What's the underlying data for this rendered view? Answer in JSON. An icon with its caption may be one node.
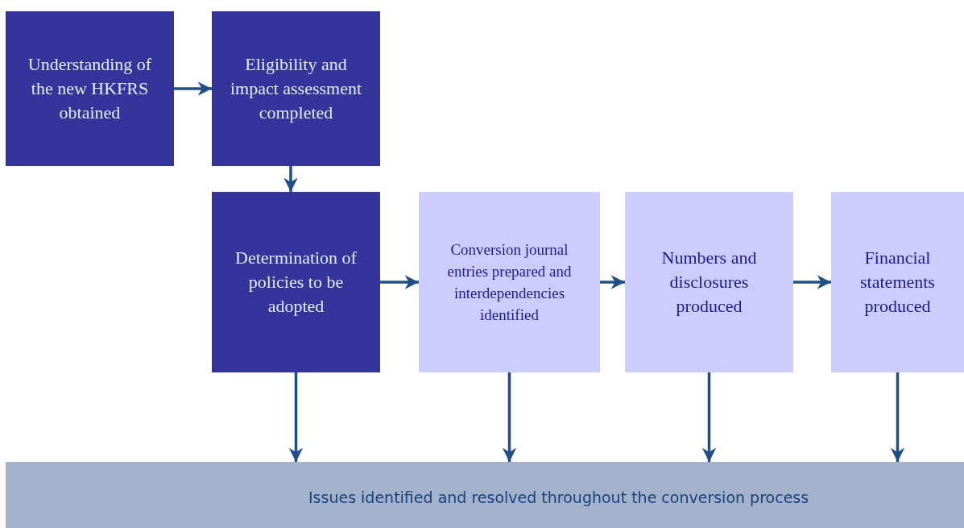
{
  "diagram": {
    "nodes": [
      {
        "text": [
          "Understanding of the new HKFRS obtained"
        ]
      },
      {
        "text": [
          "Eligibility and impact assessment completed"
        ]
      },
      {
        "text": [
          "Determination of policies to be adopted"
        ]
      },
      {
        "text": [
          "Conversion journal entries prepared and interdependencies identified"
        ]
      },
      {
        "text": [
          "Numbers and disclosures produced"
        ]
      },
      {
        "text": [
          "Financial statements produced"
        ]
      },
      {
        "text": [
          "Issues identified and resolved throughout the conversion process"
        ]
      }
    ],
    "edges": [
      {
        "from": 0,
        "to": 1,
        "arrow": "to"
      },
      {
        "from": 1,
        "to": 2,
        "arrow": "to"
      },
      {
        "from": 2,
        "to": 3,
        "arrow": "to"
      },
      {
        "from": 3,
        "to": 4,
        "arrow": "to"
      },
      {
        "from": 4,
        "to": 5,
        "arrow": "to"
      },
      {
        "from": 2,
        "to": 6,
        "arrow": "to"
      },
      {
        "from": 3,
        "to": 6,
        "arrow": "to"
      },
      {
        "from": 4,
        "to": 6,
        "arrow": "to"
      },
      {
        "from": 5,
        "to": 6,
        "arrow": "to"
      }
    ]
  }
}
